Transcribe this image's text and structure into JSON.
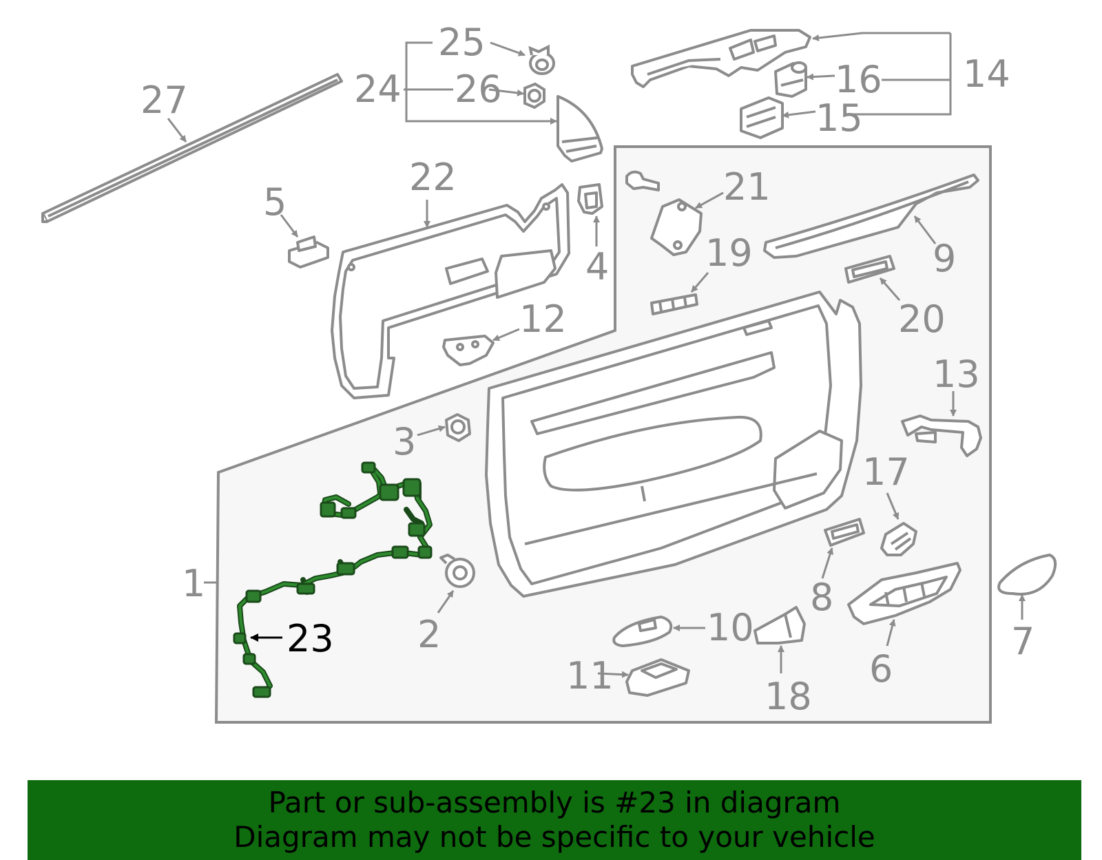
{
  "callouts": {
    "c1": "1",
    "c2": "2",
    "c3": "3",
    "c4": "4",
    "c5": "5",
    "c6": "6",
    "c7": "7",
    "c8": "8",
    "c9": "9",
    "c10": "10",
    "c11": "11",
    "c12": "12",
    "c13": "13",
    "c14": "14",
    "c15": "15",
    "c16": "16",
    "c17": "17",
    "c18": "18",
    "c19": "19",
    "c20": "20",
    "c21": "21",
    "c22": "22",
    "c23": "23",
    "c24": "24",
    "c25": "25",
    "c26": "26",
    "c27": "27"
  },
  "highlight_part": "23",
  "colors": {
    "line_gray": "#8c8c8c",
    "panel_fill": "#f7f7f7",
    "highlight_green": "#1f7a1f",
    "banner_green": "#0e6b0e",
    "banner_text": "#000000"
  },
  "banner": {
    "line1": "Part or sub-assembly is #23 in diagram",
    "line2": "Diagram may not be specific to your vehicle"
  }
}
